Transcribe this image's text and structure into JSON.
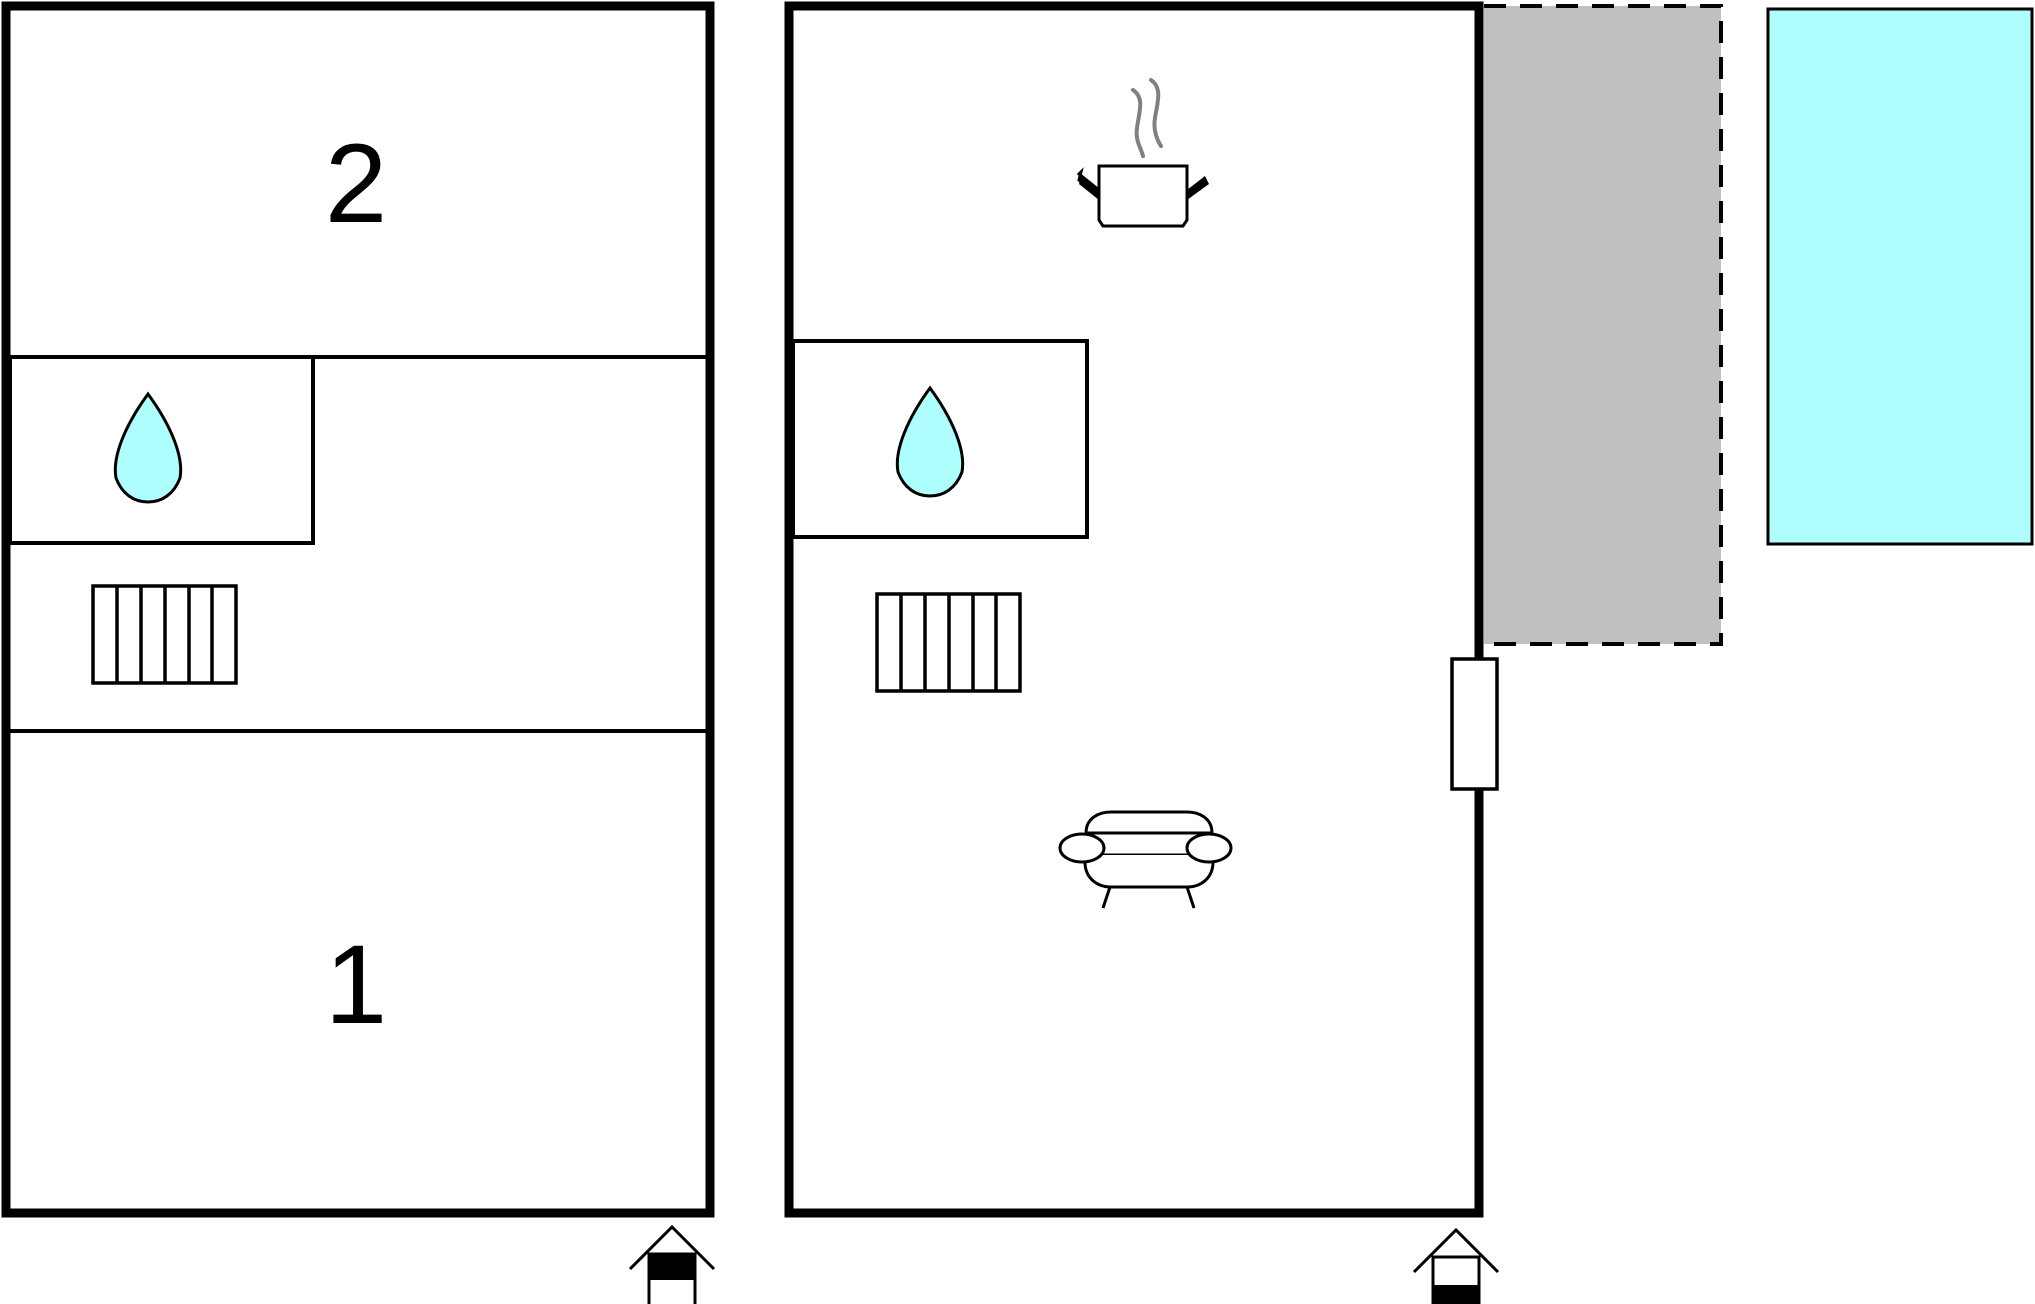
{
  "floors": [
    {
      "id": "upper",
      "rooms": [
        {
          "label": "2"
        },
        {
          "label": "1"
        }
      ]
    },
    {
      "id": "ground"
    }
  ],
  "icons": [
    "water-drop-icon",
    "radiator-icon",
    "cooking-pot-icon",
    "sofa-icon",
    "entrance-arrow-icon"
  ],
  "colors": {
    "walls": "#000000",
    "terrace": "#c0c0c0",
    "pool": "#b0ffff",
    "water_drop": "#b0ffff",
    "steam": "#808080"
  }
}
